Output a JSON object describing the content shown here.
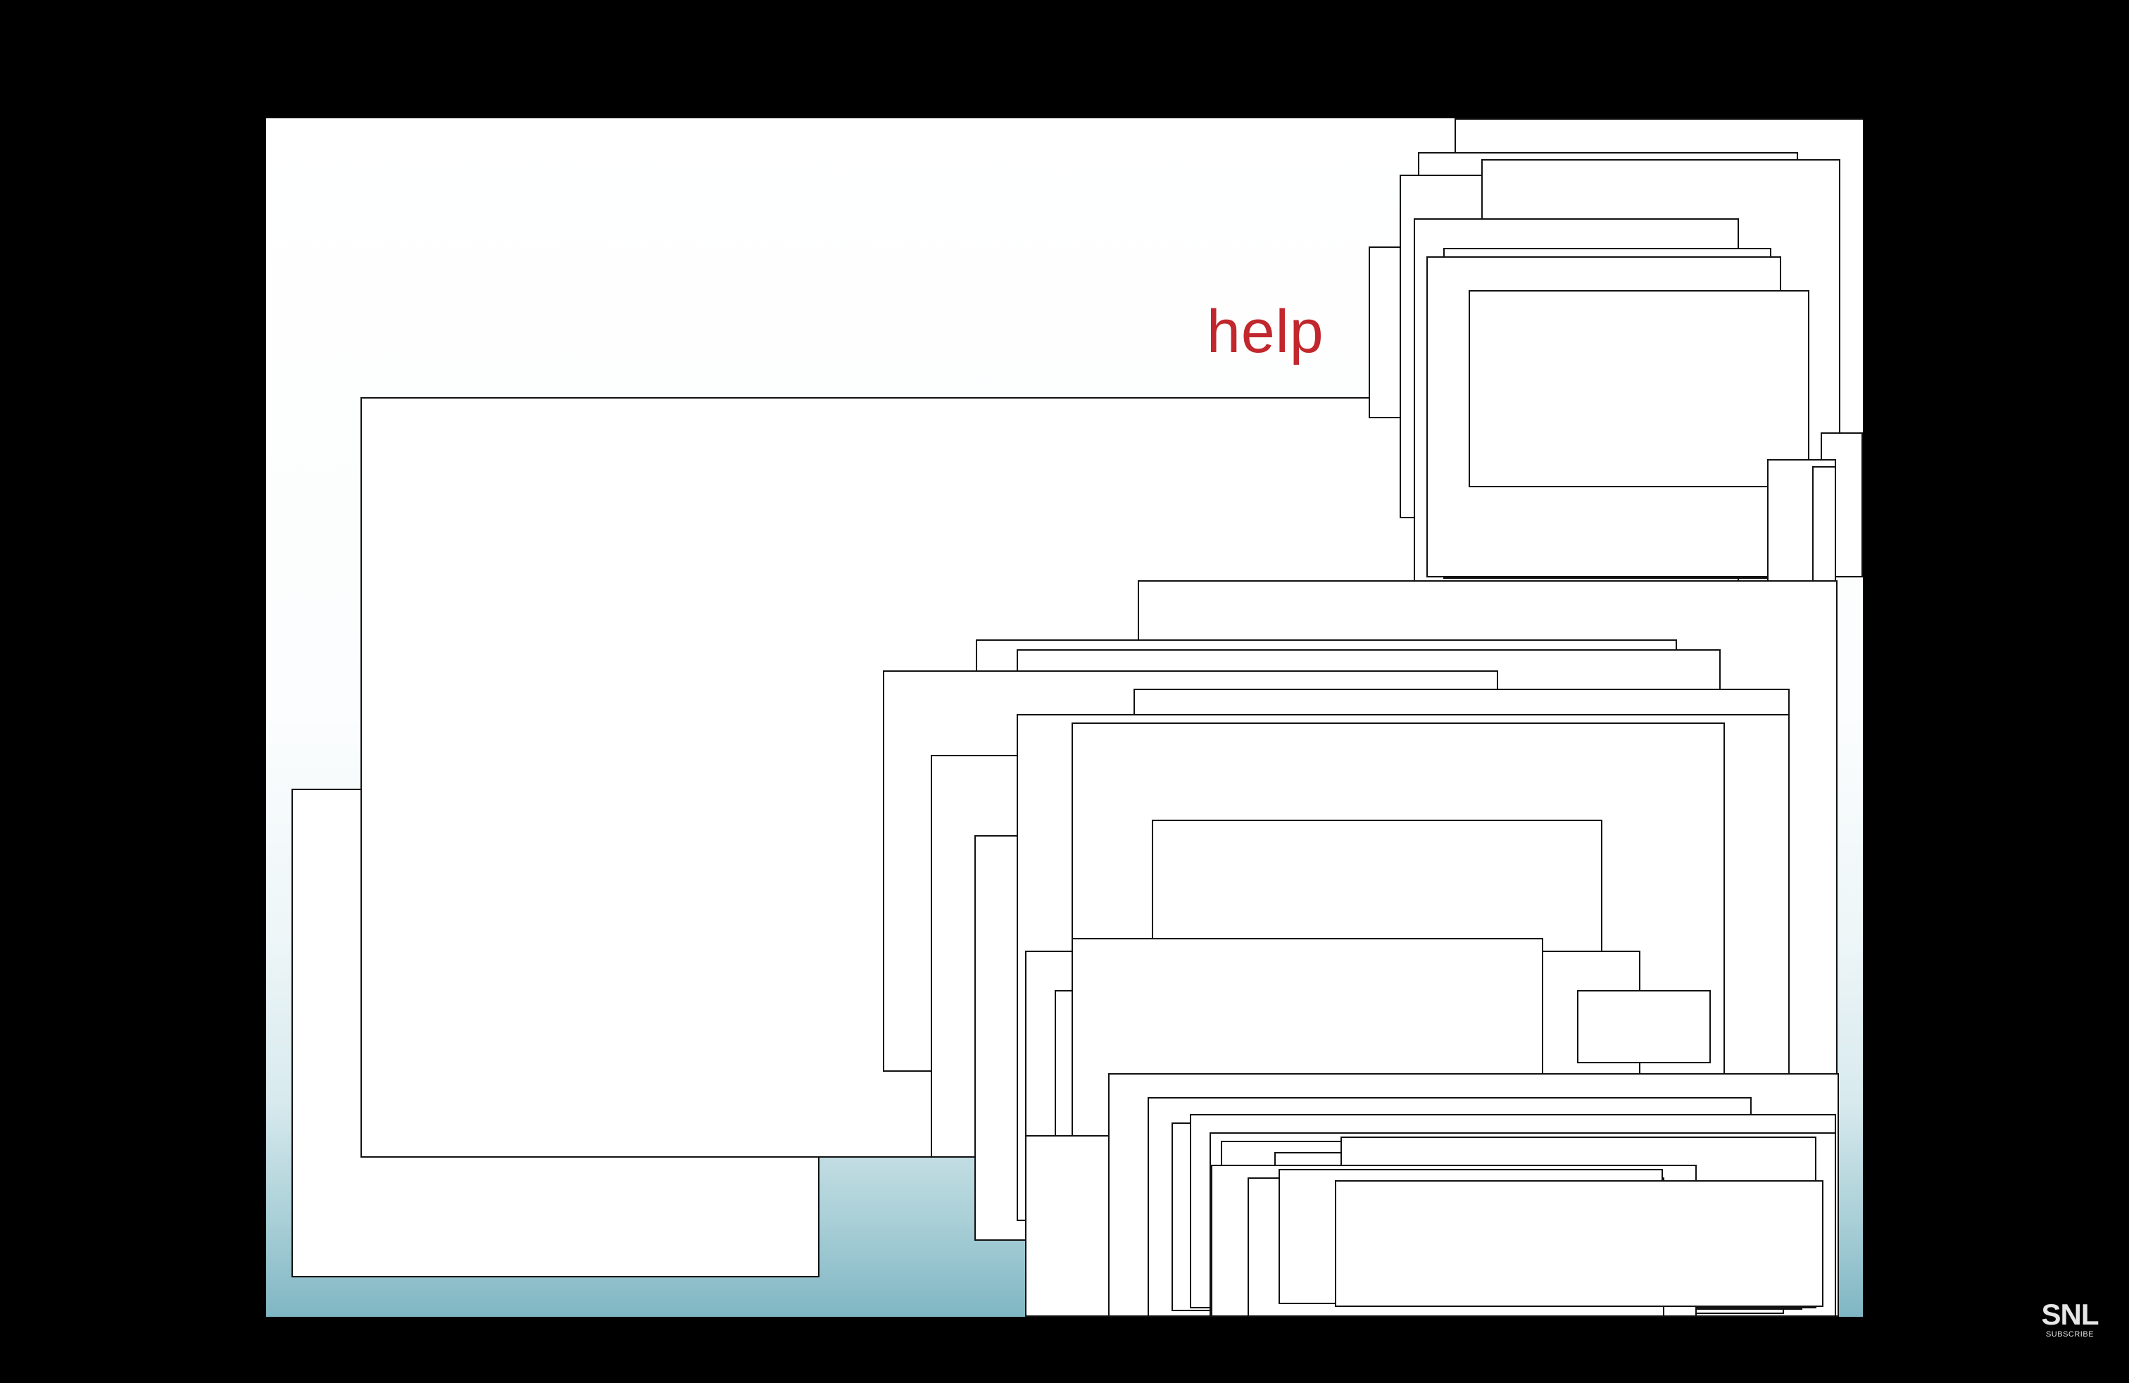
{
  "slide": {
    "help_text": "help",
    "help_color": "#c1272d"
  },
  "watermark": {
    "logo": "SNL",
    "caption": "SUBSCRIBE"
  }
}
